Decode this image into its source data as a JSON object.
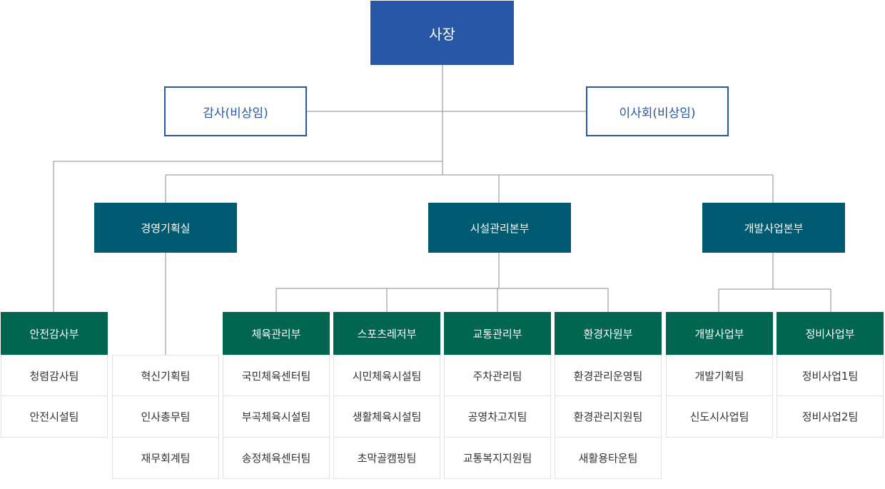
{
  "ceo": "사장",
  "auditor": "감사(비상임)",
  "board": "이사회(비상임)",
  "divisions": {
    "planning": "경영기획실",
    "facility": "시설관리본부",
    "development": "개발사업본부"
  },
  "departments": [
    {
      "name": "안전감사부",
      "teams": [
        "청렴감사팀",
        "안전시설팀"
      ]
    },
    {
      "name": "체육관리부",
      "teams": [
        "국민체육센터팀",
        "부곡체육시설팀",
        "송정체육센터팀"
      ]
    },
    {
      "name": "스포츠레저부",
      "teams": [
        "시민체육시설팀",
        "생활체육시설팀",
        "초막골캠핑팀"
      ]
    },
    {
      "name": "교통관리부",
      "teams": [
        "주차관리팀",
        "공영차고지팀",
        "교통복지지원팀"
      ]
    },
    {
      "name": "환경자원부",
      "teams": [
        "환경관리운영팀",
        "환경관리지원팀",
        "새활용타운팀"
      ]
    },
    {
      "name": "개발사업부",
      "teams": [
        "개발기획팀",
        "신도시사업팀"
      ]
    },
    {
      "name": "정비사업부",
      "teams": [
        "정비사업1팀",
        "정비사업2팀"
      ]
    }
  ],
  "planning_teams": [
    "혁신기획팀",
    "인사총무팀",
    "재무회계팀"
  ],
  "colors": {
    "ceo": "#2857a7",
    "division": "#005a72",
    "department": "#00664f",
    "connector": "#8c8c8c"
  }
}
